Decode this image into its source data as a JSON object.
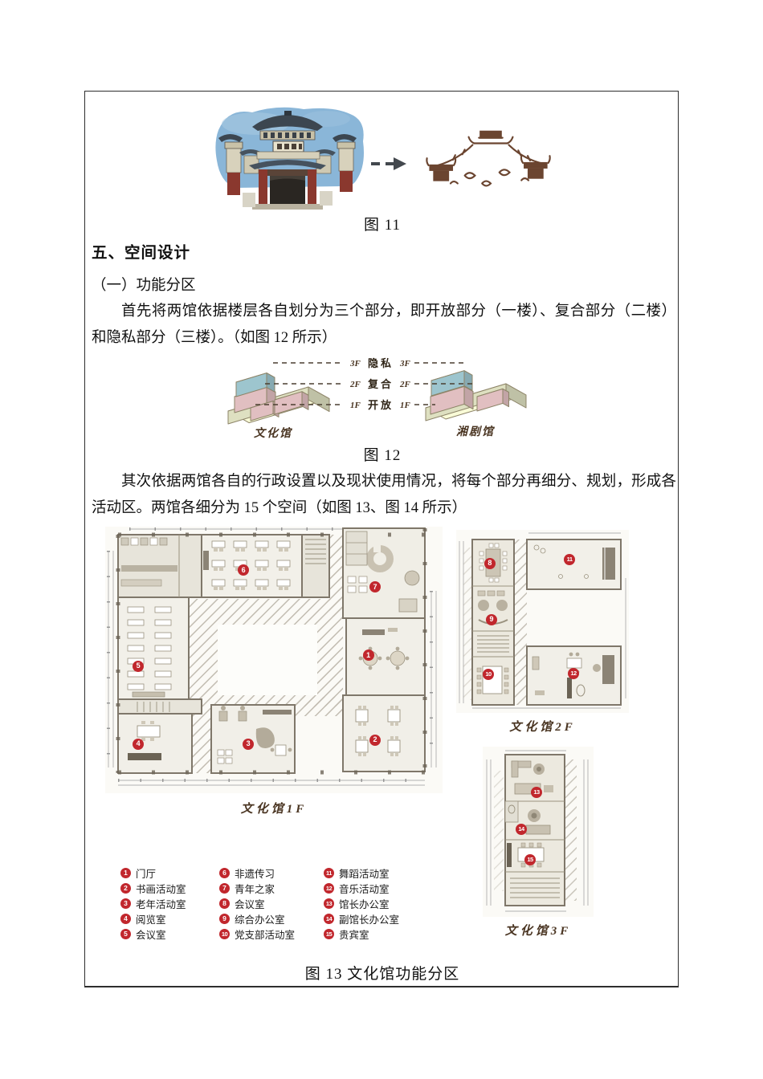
{
  "document": {
    "figure11": {
      "caption": "图 11"
    },
    "section_heading": "五、空间设计",
    "sub_heading": "（一）功能分区",
    "paragraph1": "首先将两馆依据楼层各自划分为三个部分，即开放部分（一楼）、复合部分（二楼）和隐私部分（三楼）。（如图 12 所示）",
    "paragraph2": "其次依据两馆各自的行政设置以及现状使用情况，将每个部分再细分、规划，形成各活动区。两馆各细分为 15 个空间（如图 13、图 14 所示）",
    "figure12": {
      "caption": "图 12",
      "left_building_label": "文化馆",
      "right_building_label": "湘剧馆",
      "levels": [
        {
          "floor_left": "3F",
          "zone": "隐私",
          "floor_right": "3F"
        },
        {
          "floor_left": "2F",
          "zone": "复合",
          "floor_right": "2F"
        },
        {
          "floor_left": "1F",
          "zone": "开放",
          "floor_right": "1F"
        }
      ],
      "colors": {
        "base": "#eff1cf",
        "block_pink": "#f2cdcf",
        "block_blue": "#a9d4de"
      }
    },
    "figure13": {
      "caption": "图 13 文化馆功能分区",
      "marker_color": "#c1272d",
      "plans": [
        {
          "label": "文化馆1F",
          "markers": [
            {
              "n": "1",
              "x": 78,
              "y": 48.2
            },
            {
              "n": "2",
              "x": 80,
              "y": 80.1
            },
            {
              "n": "3",
              "x": 42.4,
              "y": 81.6
            },
            {
              "n": "4",
              "x": 9.8,
              "y": 81.6
            },
            {
              "n": "5",
              "x": 9.8,
              "y": 52.4
            },
            {
              "n": "6",
              "x": 41,
              "y": 16.3
            },
            {
              "n": "7",
              "x": 80,
              "y": 22.6
            }
          ]
        },
        {
          "label": "文化馆2F",
          "markers": [
            {
              "n": "8",
              "x": 19.5,
              "y": 18.4
            },
            {
              "n": "9",
              "x": 20.5,
              "y": 49.1
            },
            {
              "n": "10",
              "x": 18.6,
              "y": 78.9
            },
            {
              "n": "11",
              "x": 65.6,
              "y": 16.2
            },
            {
              "n": "12",
              "x": 67.9,
              "y": 78.5
            }
          ]
        },
        {
          "label": "文化馆3F",
          "markers": [
            {
              "n": "13",
              "x": 48.6,
              "y": 26.9
            },
            {
              "n": "14",
              "x": 34.8,
              "y": 48.6
            },
            {
              "n": "15",
              "x": 42.8,
              "y": 66.5
            }
          ]
        }
      ],
      "legend_columns": [
        [
          {
            "num": "1",
            "label": "门厅"
          },
          {
            "num": "2",
            "label": "书画活动室"
          },
          {
            "num": "3",
            "label": "老年活动室"
          },
          {
            "num": "4",
            "label": "阅览室"
          },
          {
            "num": "5",
            "label": "会议室"
          }
        ],
        [
          {
            "num": "6",
            "label": "非遗传习"
          },
          {
            "num": "7",
            "label": "青年之家"
          },
          {
            "num": "8",
            "label": "会议室"
          },
          {
            "num": "9",
            "label": "综合办公室"
          },
          {
            "num": "10",
            "label": "党支部活动室"
          }
        ],
        [
          {
            "num": "11",
            "label": "舞蹈活动室"
          },
          {
            "num": "12",
            "label": "音乐活动室"
          },
          {
            "num": "13",
            "label": "馆长办公室"
          },
          {
            "num": "14",
            "label": "副馆长办公室"
          },
          {
            "num": "15",
            "label": "贵宾室"
          }
        ]
      ]
    }
  }
}
